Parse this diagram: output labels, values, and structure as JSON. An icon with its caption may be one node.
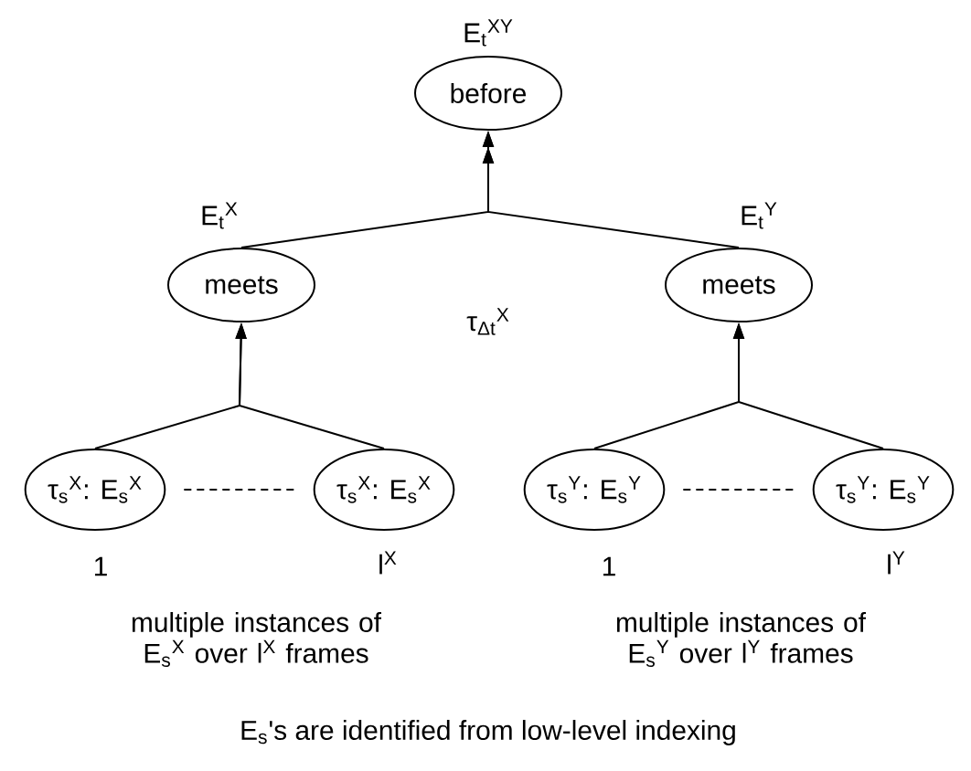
{
  "diagram": {
    "nodes": [
      {
        "text": [
          "before"
        ],
        "beside": [
          "E$_{t}$$^{XY}$"
        ]
      },
      {
        "text": [
          "meets"
        ],
        "beside": [
          "E$_{t}$$^{X}$"
        ]
      },
      {
        "text": [
          "meets"
        ],
        "beside": [
          "E$_{t}$$^{Y}$"
        ]
      },
      {
        "text": [
          "τ$_{s}$$^{X}$: E$_{s}$$^{X}$"
        ],
        "beside": [
          "1"
        ]
      },
      {
        "text": [
          "τ$_{s}$$^{X}$: E$_{s}$$^{X}$"
        ],
        "beside": [
          "l$^{X}$"
        ]
      },
      {
        "text": [
          "τ$_{s}$$^{Y}$: E$_{s}$$^{Y}$"
        ],
        "beside": [
          "1"
        ]
      },
      {
        "text": [
          "τ$_{s}$$^{Y}$: E$_{s}$$^{Y}$"
        ],
        "beside": [
          "l$^{Y}$"
        ]
      }
    ],
    "edges": [
      {
        "from": 1,
        "to": 0,
        "arrow": "to"
      },
      {
        "from": 2,
        "to": 0,
        "arrow": "to"
      },
      {
        "from": 3,
        "to": 1,
        "arrow": "to"
      },
      {
        "from": 4,
        "to": 1,
        "arrow": "to"
      },
      {
        "from": 5,
        "to": 2,
        "arrow": "to"
      },
      {
        "from": 6,
        "to": 2,
        "arrow": "to"
      },
      {
        "from": 3,
        "to": 4,
        "arrow": "none",
        "style": "dashed"
      },
      {
        "from": 5,
        "to": 6,
        "arrow": "none",
        "style": "dashed"
      }
    ],
    "labels": [
      "τ$_{Δt}$$^{X}$",
      "multiple instances of E$_{s}$$^{X}$ over l$^{X}$ frames",
      "multiple instances of E$_{s}$$^{Y}$ over l$^{Y}$ frames",
      "E$_{s}$'s are identified from low-level indexing"
    ]
  }
}
